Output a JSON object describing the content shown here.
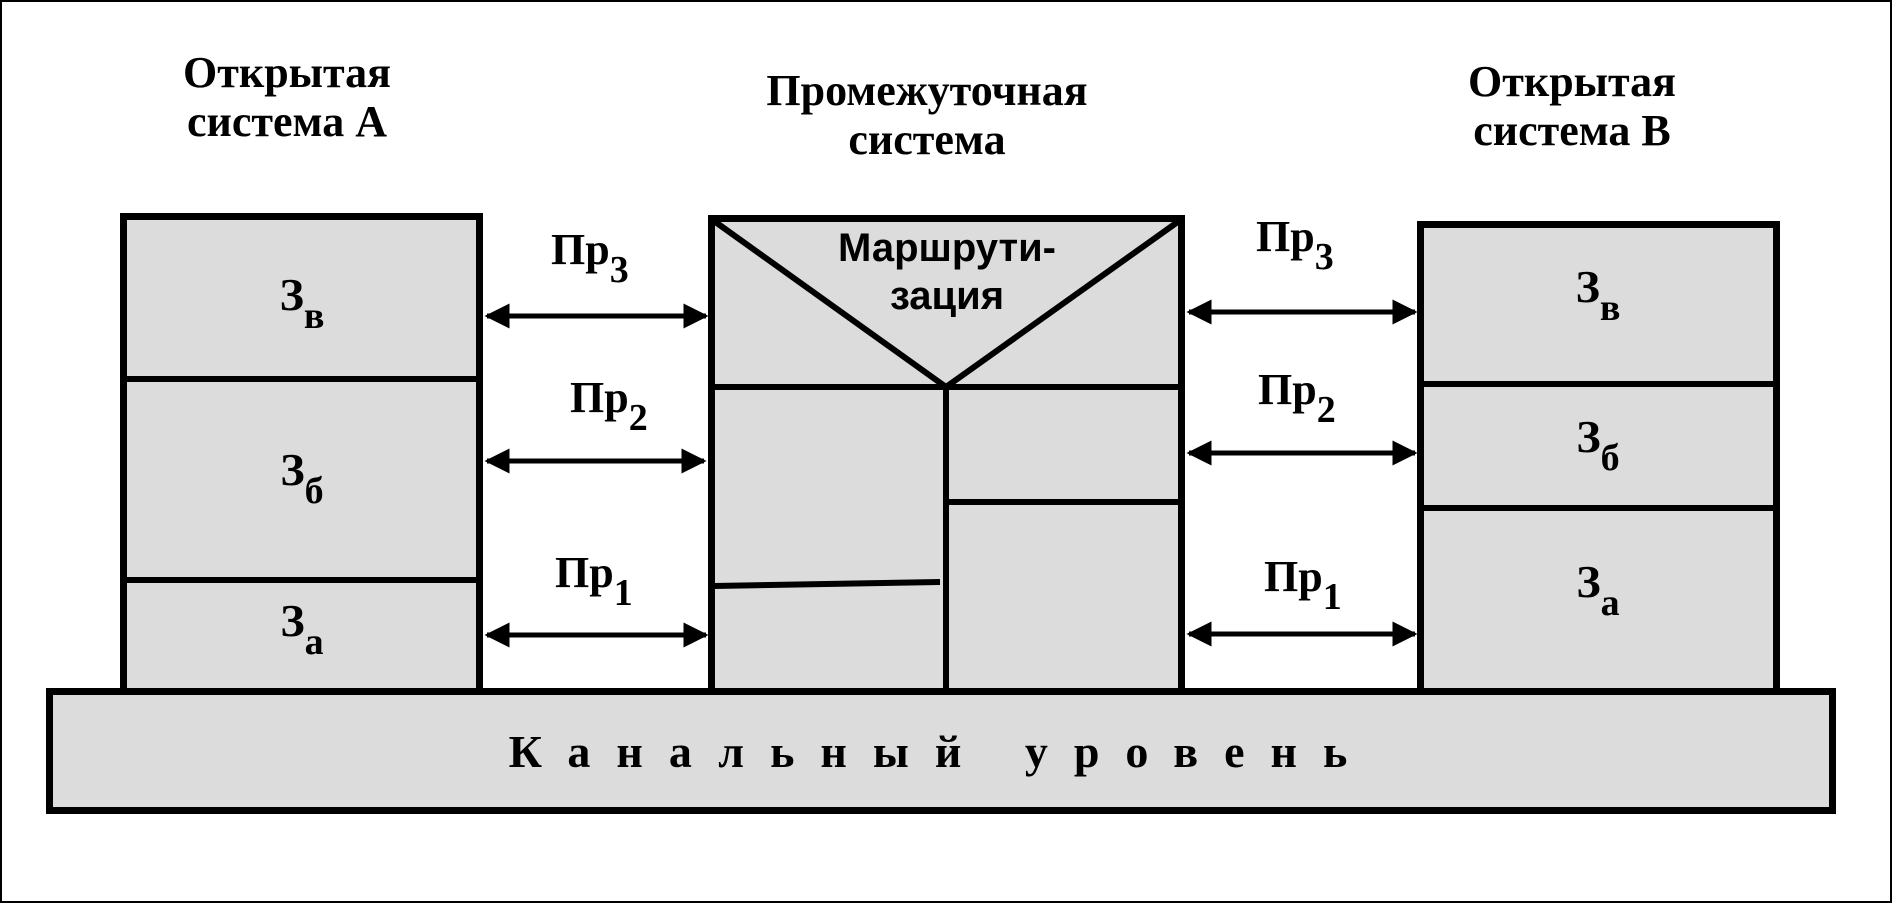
{
  "titles": {
    "system_a": [
      "Открытая",
      "система А"
    ],
    "intermediate": [
      "Промежуточная",
      "система"
    ],
    "system_b": [
      "Открытая",
      "система В"
    ]
  },
  "layers": {
    "z_letter": "З",
    "presentation": "в",
    "session": "б",
    "application": "а"
  },
  "protocols": {
    "prefix": "Пр",
    "p3": "3",
    "p2": "2",
    "p1": "1"
  },
  "routing": [
    "Маршрути-",
    "зация"
  ],
  "link_layer": "Канальный уровень",
  "colors": {
    "fill": "#dcdcdc",
    "stroke": "#000000",
    "background": "#ffffff"
  }
}
